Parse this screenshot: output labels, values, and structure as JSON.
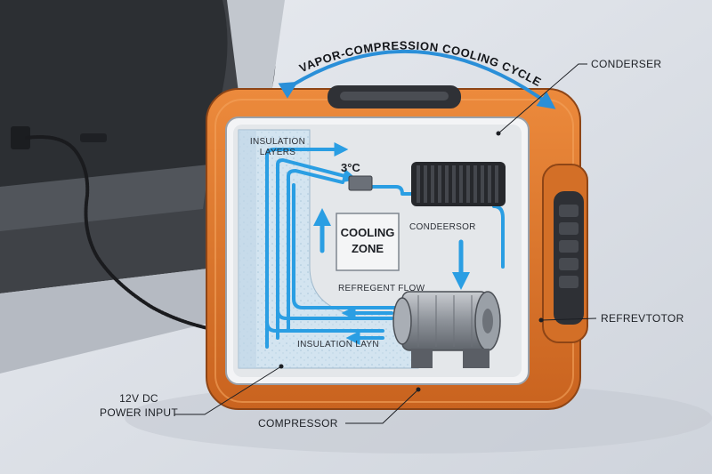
{
  "title": "VAPOR-COMPRESSION COOLING CYCLE",
  "labels": {
    "condenser": "CONDERSER",
    "refrigerator": "REFREVTOTOR",
    "compressor": "COMPRESSOR",
    "power_input_line1": "12V DC",
    "power_input_line2": "POWER INPUT",
    "insulation_layers_line1": "INSULATION",
    "insulation_layers_line2": "LAYERS",
    "insulation_layer_bottom": "INSULATION LAYN",
    "temperature": "3°C",
    "cooling_zone_line1": "COOLING",
    "cooling_zone_line2": "ZONE",
    "condenser_inner": "CONDEERSOR",
    "refrigerant_flow": "REFREGENT FLOW"
  },
  "colors": {
    "case_orange": "#e07a2e",
    "case_dark": "#b85a1c",
    "flow_blue": "#2a9ee3",
    "insulation": "#cfe1ee",
    "interior": "#e9ebee",
    "car_gray": "#b9bec6",
    "car_dark": "#3a3d43"
  }
}
